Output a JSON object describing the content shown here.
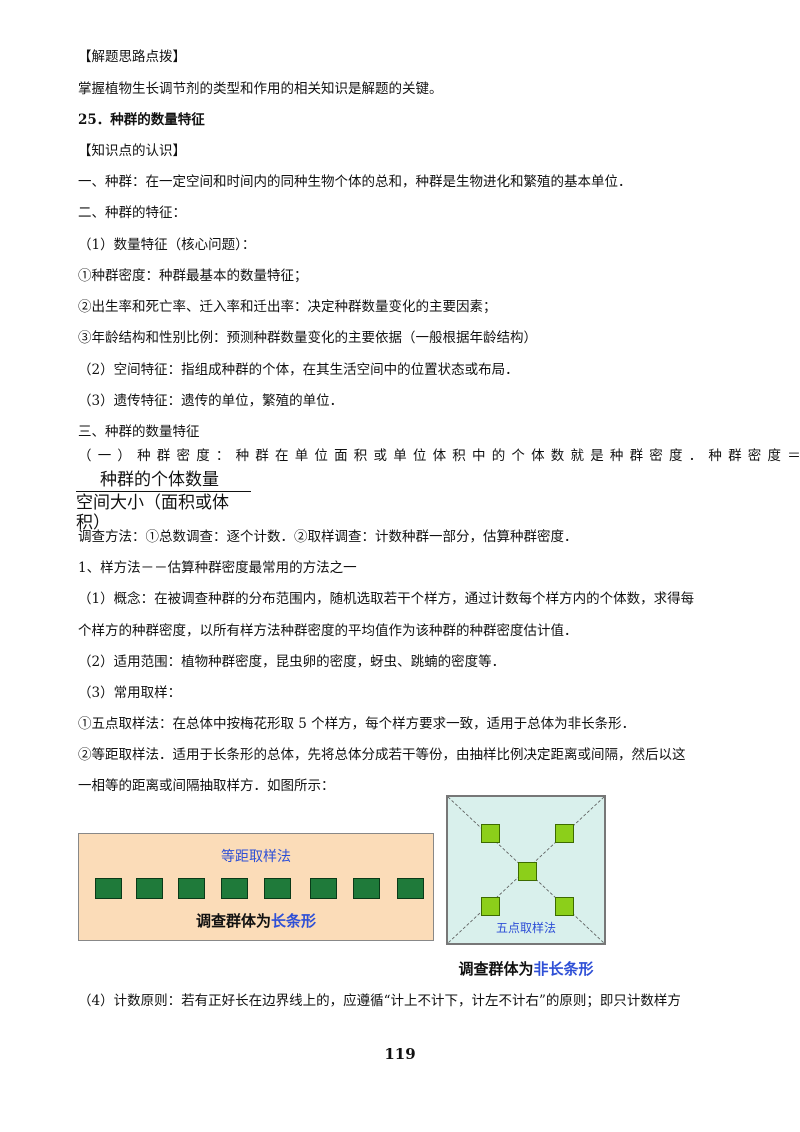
{
  "lines": {
    "l1": "【解题思路点拨】",
    "l2": "掌握植物生长调节剂的类型和作用的相关知识是解题的关键。",
    "l3": "25．种群的数量特征",
    "l4": "【知识点的认识】",
    "l5": "一、种群：在一定空间和时间内的同种生物个体的总和，种群是生物进化和繁殖的基本单位．",
    "l6": "二、种群的特征：",
    "l7": "（1）数量特征（核心问题）：",
    "l8": "①种群密度：种群最基本的数量特征；",
    "l9": "②出生率和死亡率、迁入率和迁出率：决定种群数量变化的主要因素；",
    "l10": "③年龄结构和性别比例：预测种群数量变化的主要依据（一般根据年龄结构）",
    "l11": "（2）空间特征：指组成种群的个体，在其生活空间中的位置状态或布局．",
    "l12": "（3）遗传特征：遗传的单位，繁殖的单位．",
    "l13": "三、种群的数量特征",
    "l14": "（一）种群密度：种群在单位面积或单位体积中的个体数就是种群密度．种群密度＝",
    "l15": "调查方法：①总数调查：逐个计数．②取样调查：计数种群一部分，估算种群密度．",
    "l16": "1、样方法－－估算种群密度最常用的方法之一",
    "l17": "（1）概念：在被调查种群的分布范围内，随机选取若干个样方，通过计数每个样方内的个体数，求得每",
    "l18": "个样方的种群密度，以所有样方法种群密度的平均值作为该种群的种群密度估计值．",
    "l19": "（2）适用范围：植物种群密度，昆虫卵的密度，蚜虫、跳蝻的密度等．",
    "l20": "（3）常用取样：",
    "l21": "①五点取样法：在总体中按梅花形取 5 个样方，每个样方要求一致，适用于总体为非长条形．",
    "l22": "②等距取样法．适用于长条形的总体，先将总体分成若干等份，由抽样比例决定距离或间隔，然后以这",
    "l23": "一相等的距离或间隔抽取样方．如图所示：",
    "l24": "（4）计数原则：若有正好长在边界线上的，应遵循“计上不计下，计左不计右”的原则；即只计数样方"
  },
  "fraction": {
    "numerator": "种群的个体数量",
    "denominator": "空间大小（面积或体积）"
  },
  "figure_left": {
    "title": "等距取样法",
    "caption_prefix": "调查群体为",
    "caption_highlight": "长条形"
  },
  "figure_right": {
    "label": "五点取样法",
    "caption_prefix": "调查群体为",
    "caption_highlight": "非长条形"
  },
  "colors": {
    "highlight_blue": "#2e4fd6",
    "strip_background": "#fbdcb8",
    "square_dark_green": "#1f7a3a",
    "square_light_green": "#8ccf1a",
    "quadrat_background": "#d9f0ec"
  },
  "page_number": "119"
}
